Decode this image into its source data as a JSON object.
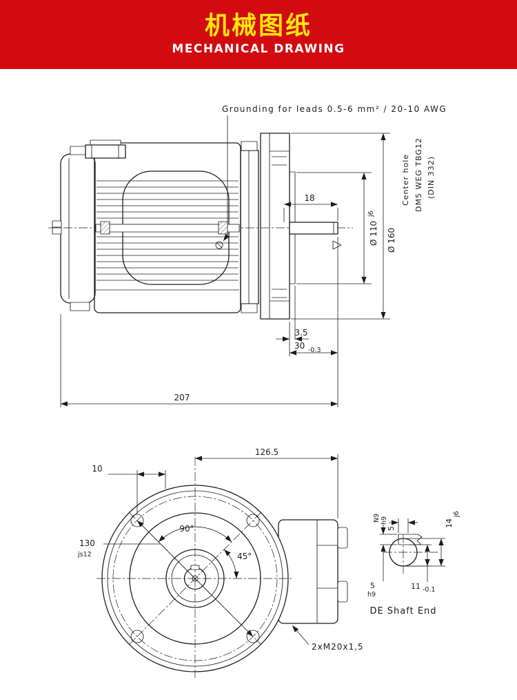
{
  "header": {
    "title_cn": "机械图纸",
    "subtitle_en": "MECHANICAL DRAWING"
  },
  "colors": {
    "banner_red": "#d20b11",
    "title_yellow": "#ffe60a",
    "subtitle_white": "#ffffff",
    "line_black": "#1c1c1c"
  },
  "side_view": {
    "grounding_note": "Grounding for leads 0.5-6 mm² / 20-10 AWG",
    "center_hole": {
      "line1": "Center hole",
      "line2": "DM5 WEG TBG12",
      "line3": "(DIN 332)"
    },
    "dims": {
      "shaft_key_length": "18",
      "spigot_diameter": "Ø 110",
      "spigot_tolerance": "j6",
      "flange_diameter": "Ø 160",
      "spigot_depth": "3.5",
      "shaft_length": "30",
      "shaft_length_tolerance": "-0.3",
      "overall_length": "207"
    }
  },
  "front_view": {
    "dims": {
      "center_to_box": "126.5",
      "offset_10": "10",
      "bolt_circle": "130",
      "bolt_circle_tolerance": "js12",
      "angle_90": "90°",
      "angle_45": "45°",
      "gland_thread": "2xM20x1,5"
    }
  },
  "shaft_detail": {
    "title": "DE Shaft End",
    "dims": {
      "key_width_slot_tol": "N9",
      "key_width_key_tol": "h9",
      "key_width": "5",
      "shaft_diameter": "14",
      "shaft_diameter_tol": "j6",
      "key_height": "5",
      "key_height_tol": "h9",
      "keyway_depth": "11",
      "keyway_depth_tol": "-0.1"
    }
  }
}
